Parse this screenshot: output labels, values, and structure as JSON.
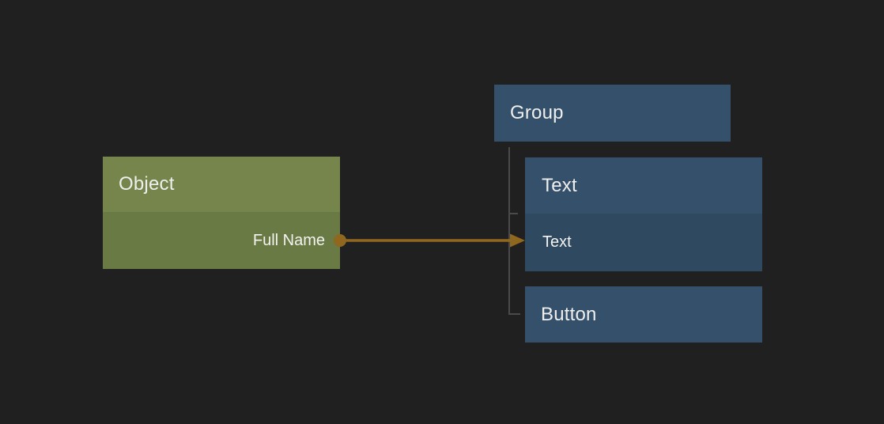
{
  "graph": {
    "background_color": "#202021",
    "nodes": {
      "object": {
        "title": "Object",
        "output_port_label": "Full Name",
        "header_color": "#75854C",
        "body_color": "#6A7A44"
      },
      "group": {
        "title": "Group",
        "color": "#35506B"
      },
      "text": {
        "title": "Text",
        "child_row_label": "Text",
        "header_color": "#35506B",
        "body_color": "#2F4961"
      },
      "button": {
        "title": "Button",
        "color": "#35506B"
      }
    },
    "connection": {
      "from_node": "Object",
      "from_port": "Full Name",
      "to_node": "Text",
      "color": "#8F671F"
    },
    "tree": {
      "line_color": "#4A4A4A"
    }
  }
}
